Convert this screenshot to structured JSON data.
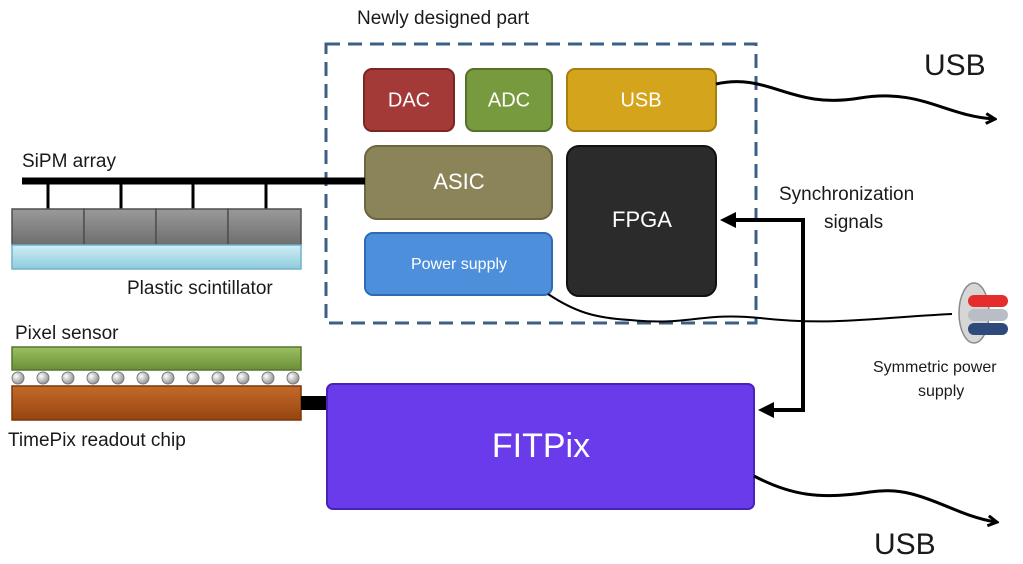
{
  "labels": {
    "newly_designed_part": "Newly designed part",
    "sipm_array": "SiPM array",
    "plastic_scintillator": "Plastic scintillator",
    "pixel_sensor": "Pixel sensor",
    "timepix_readout_chip": "TimePix readout chip",
    "usb_top": "USB",
    "usb_bottom": "USB",
    "synchronization_line1": "Synchronization",
    "synchronization_line2": "signals",
    "symmetric_power_line1": "Symmetric power",
    "symmetric_power_line2": "supply"
  },
  "blocks": {
    "dac": "DAC",
    "adc": "ADC",
    "usb": "USB",
    "asic": "ASIC",
    "fpga": "FPGA",
    "power_supply": "Power supply",
    "fitpix": "FITPix"
  },
  "colors": {
    "dac": "#a33a38",
    "adc": "#779a3e",
    "usb": "#d4a51c",
    "asic": "#8c8459",
    "fpga": "#2b2b2b",
    "power_supply": "#4d8fdb",
    "fitpix": "#6a3bea",
    "dashed_frame": "#3c5f86",
    "scintillator": "#a8dbe9",
    "sipm": "#7a7a7a",
    "pixel_sensor": "#7fa347",
    "readout_chip": "#b0561a"
  }
}
